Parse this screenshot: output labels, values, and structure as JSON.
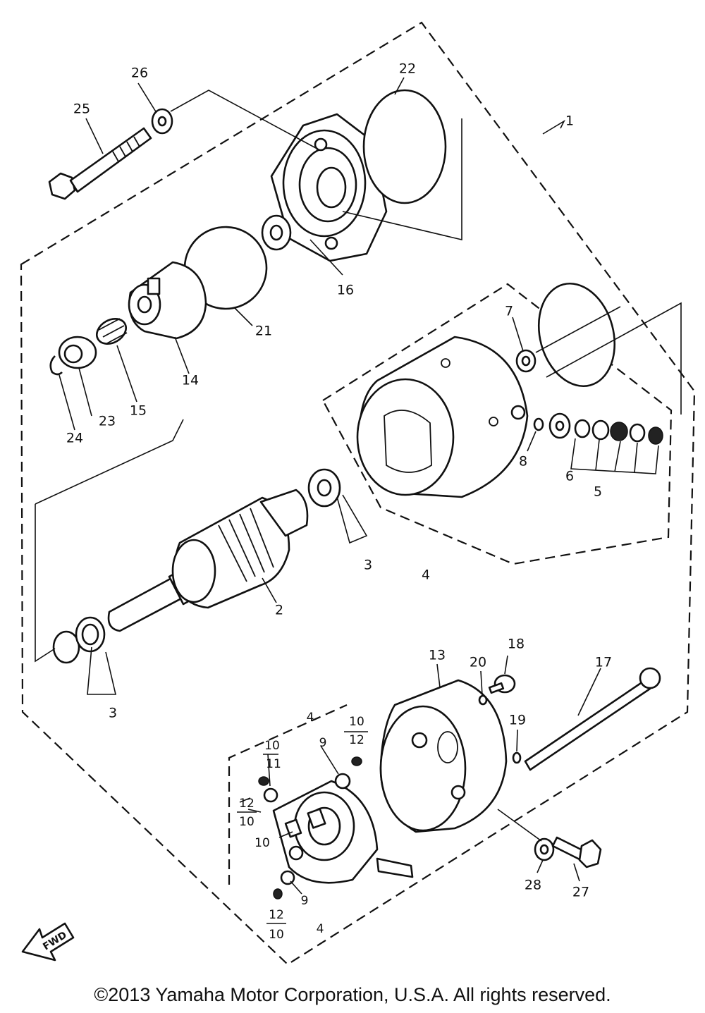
{
  "labels": {
    "p1": "1",
    "p2": "2",
    "p3a": "3",
    "p3b": "3",
    "p4": "4",
    "p5": "5",
    "p6": "6",
    "p7": "7",
    "p8": "8",
    "p13": "13",
    "p14": "14",
    "p15": "15",
    "p16": "16",
    "p17": "17",
    "p18": "18",
    "p19": "19",
    "p20": "20",
    "p21": "21",
    "p22": "22",
    "p23": "23",
    "p24": "24",
    "p25": "25",
    "p26": "26",
    "p27": "27",
    "p28": "28",
    "c4a": "4",
    "c9a": "9",
    "c10a": "10",
    "c12a": "12",
    "c10b": "10",
    "c11": "11",
    "c12b": "12",
    "c10c": "10",
    "c10d": "10",
    "c9b": "9",
    "c4b": "4",
    "c12c": "12",
    "c10e": "10"
  },
  "fwd_label": "FWD",
  "copyright": "©2013 Yamaha Motor Corporation, U.S.A. All rights reserved."
}
